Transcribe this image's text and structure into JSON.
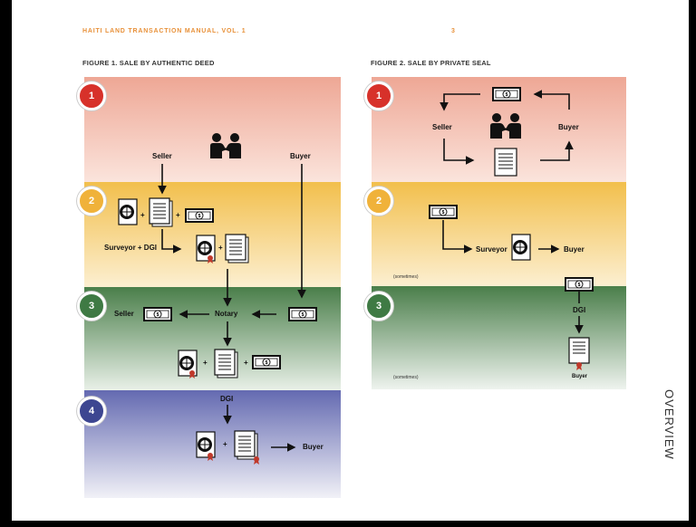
{
  "header": {
    "title": "HAITI LAND TRANSACTION MANUAL, VOL. 1",
    "page_number": "3"
  },
  "side_label": "OVERVIEW",
  "figure1": {
    "title": "FIGURE 1. SALE BY AUTHENTIC DEED",
    "steps": [
      "1",
      "2",
      "3",
      "4"
    ],
    "labels": {
      "seller": "Seller",
      "buyer": "Buyer",
      "surveyor_dgi": "Surveyor + DGI",
      "notary": "Notary",
      "seller_receives": "Seller",
      "dgi": "DGI",
      "buyer_final": "Buyer"
    }
  },
  "figure2": {
    "title": "FIGURE 2. SALE BY PRIVATE SEAL",
    "steps": [
      "1",
      "2",
      "3"
    ],
    "labels": {
      "seller": "Seller",
      "buyer": "Buyer",
      "surveyor": "Surveyor",
      "buyer_step2": "Buyer",
      "sometimes_1": "(sometimes)",
      "dgi": "DGI",
      "sometimes_2": "(sometimes)",
      "buyer_final": "Buyer"
    }
  },
  "colors": {
    "step1_circle": "#d7312a",
    "step2_circle": "#f0b23a",
    "step3_circle": "#3f7a44",
    "step4_circle": "#3d4691",
    "band1": "#eea795",
    "band2": "#f2bf4c",
    "band3": "#4a7e4a",
    "band4": "#646ab1",
    "header_accent": "#e8913a"
  }
}
